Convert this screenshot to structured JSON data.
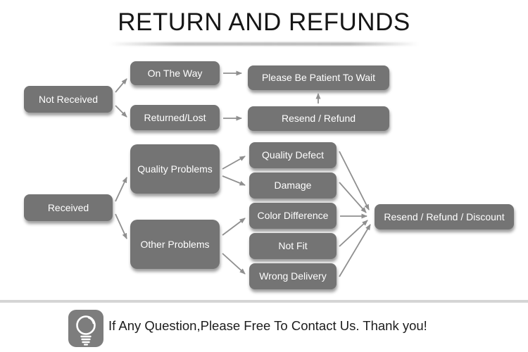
{
  "title": "RETURN AND REFUNDS",
  "nodes": {
    "not_received": "Not Received",
    "on_the_way": "On The Way",
    "returned_lost": "Returned/Lost",
    "please_wait": "Please Be Patient To Wait",
    "resend_refund": "Resend / Refund",
    "received": "Received",
    "quality_problems": "Quality Problems",
    "other_problems": "Other Problems",
    "quality_defect": "Quality Defect",
    "damage": "Damage",
    "color_difference": "Color Difference",
    "not_fit": "Not Fit",
    "wrong_delivery": "Wrong Delivery",
    "resend_refund_discount": "Resend / Refund / Discount"
  },
  "edges": [
    {
      "from": "not_received",
      "to": "on_the_way"
    },
    {
      "from": "not_received",
      "to": "returned_lost"
    },
    {
      "from": "on_the_way",
      "to": "please_wait"
    },
    {
      "from": "returned_lost",
      "to": "resend_refund"
    },
    {
      "from": "resend_refund",
      "to": "please_wait"
    },
    {
      "from": "received",
      "to": "quality_problems"
    },
    {
      "from": "received",
      "to": "other_problems"
    },
    {
      "from": "quality_problems",
      "to": "quality_defect"
    },
    {
      "from": "quality_problems",
      "to": "damage"
    },
    {
      "from": "other_problems",
      "to": "color_difference"
    },
    {
      "from": "other_problems",
      "to": "wrong_delivery"
    },
    {
      "from": "quality_defect",
      "to": "resend_refund_discount"
    },
    {
      "from": "damage",
      "to": "resend_refund_discount"
    },
    {
      "from": "color_difference",
      "to": "resend_refund_discount"
    },
    {
      "from": "not_fit",
      "to": "resend_refund_discount"
    },
    {
      "from": "wrong_delivery",
      "to": "resend_refund_discount"
    }
  ],
  "footer": {
    "icon": "lightbulb-icon",
    "message": "If Any Question,Please Free To Contact Us. Thank you!"
  },
  "colors": {
    "node_fill": "#747474",
    "node_text": "#ffffff",
    "arrow": "#8f8f8f",
    "divider": "#d5d5d5",
    "title_text": "#161616",
    "background": "#ffffff"
  }
}
